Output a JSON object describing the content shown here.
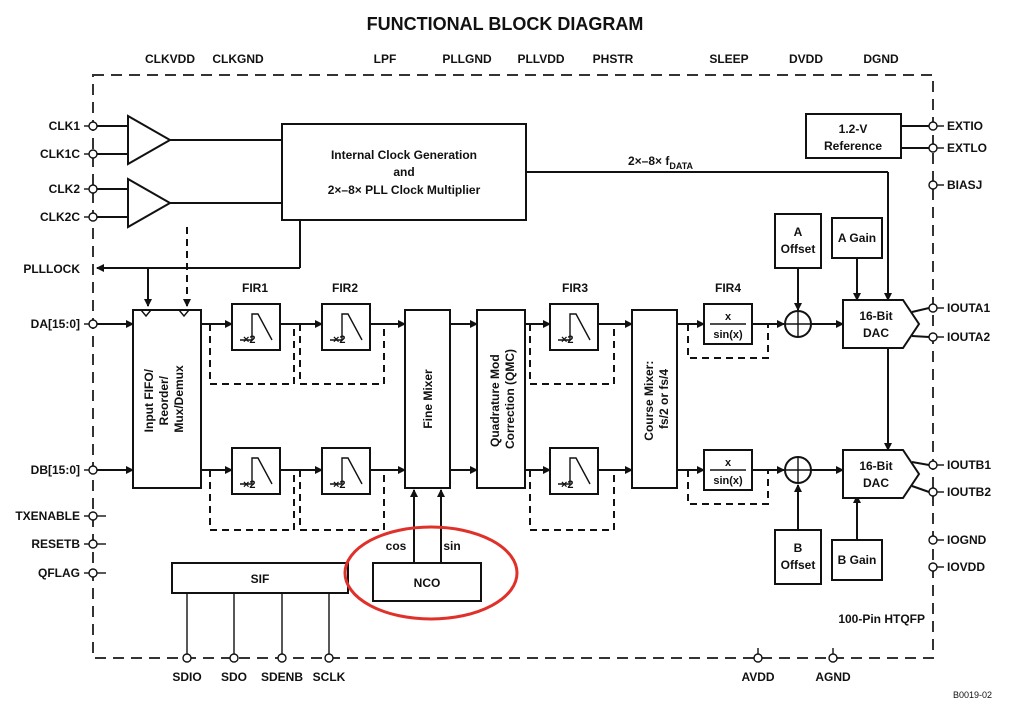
{
  "title": "FUNCTIONAL BLOCK DIAGRAM",
  "package": "100-Pin HTQFP",
  "figure_id": "B0019-02",
  "highlight_color": "#e0302a",
  "pins": {
    "top": [
      "CLKVDD",
      "CLKGND",
      "LPF",
      "PLLGND",
      "PLLVDD",
      "PHSTR",
      "SLEEP",
      "DVDD",
      "DGND"
    ],
    "left": [
      "CLK1",
      "CLK1C",
      "CLK2",
      "CLK2C",
      "PLLLOCK",
      "DA[15:0]",
      "DB[15:0]",
      "TXENABLE",
      "RESETB",
      "QFLAG"
    ],
    "right": [
      "EXTIO",
      "EXTLO",
      "BIASJ",
      "IOUTA1",
      "IOUTA2",
      "IOUTB1",
      "IOUTB2",
      "IOGND",
      "IOVDD"
    ],
    "bottom": [
      "SDIO",
      "SDO",
      "SDENB",
      "SCLK",
      "AVDD",
      "AGND"
    ]
  },
  "blocks": {
    "clock": [
      "Internal Clock Generation",
      "and",
      "2×–8× PLL Clock Multiplier"
    ],
    "reference": [
      "1.2-V",
      "Reference"
    ],
    "clock_out": "2×–8× f",
    "clock_out_sub": "DATA",
    "fifo": [
      "Input FIFO/",
      "Reorder/",
      "Mux/Demux"
    ],
    "fir1": "FIR1",
    "fir2": "FIR2",
    "fir3": "FIR3",
    "fir4": "FIR4",
    "x2": "×2",
    "fine_mixer": "Fine Mixer",
    "qmc": [
      "Quadrature Mod",
      "Correction (QMC)"
    ],
    "course_mixer": [
      "Course Mixer:",
      "fs/2 or fs/4"
    ],
    "sinc_top": "x",
    "sinc_bottom": "sin(x)",
    "a_offset": [
      "A",
      "Offset"
    ],
    "b_offset": [
      "B",
      "Offset"
    ],
    "a_gain": "A Gain",
    "b_gain": "B Gain",
    "dac": [
      "16-Bit",
      "DAC"
    ],
    "sif": "SIF",
    "nco": "NCO",
    "cos": "cos",
    "sin": "sin"
  }
}
